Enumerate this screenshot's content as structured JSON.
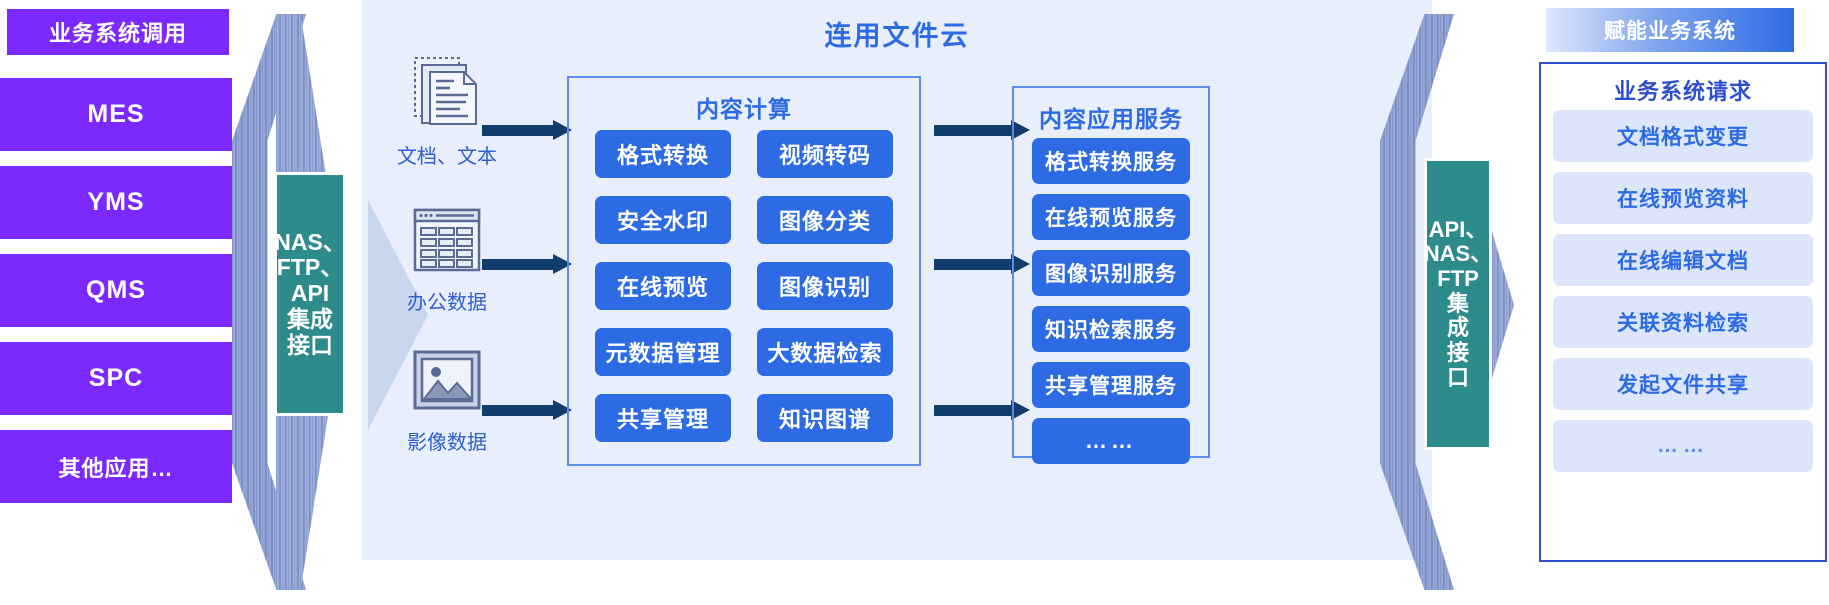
{
  "left": {
    "header": "业务系统调用",
    "items": [
      {
        "label": "MES",
        "icon": "system-box"
      },
      {
        "label": "YMS",
        "icon": "system-box"
      },
      {
        "label": "QMS",
        "icon": "system-box"
      },
      {
        "label": "SPC",
        "icon": "system-box"
      },
      {
        "label": "其他应用…",
        "icon": "system-box"
      }
    ],
    "box_color": "#7B29FE"
  },
  "left_connector": {
    "lines": [
      "NAS、",
      "FTP、",
      "API",
      "集成",
      "接口"
    ],
    "color": "#2E8B8B"
  },
  "cloud": {
    "title": "连用文件云",
    "title_color": "#2D6BE4",
    "background": "#E8EEFB",
    "sources": [
      {
        "label": "文档、文本",
        "icon": "documents-icon"
      },
      {
        "label": "办公数据",
        "icon": "spreadsheet-icon"
      },
      {
        "label": "影像数据",
        "icon": "image-icon"
      }
    ],
    "compute_panel": {
      "title": "内容计算",
      "items": [
        "格式转换",
        "视频转码",
        "安全水印",
        "图像分类",
        "在线预览",
        "图像识别",
        "元数据管理",
        "大数据检索",
        "共享管理",
        "知识图谱"
      ]
    },
    "service_panel": {
      "title": "内容应用服务",
      "items": [
        "格式转换服务",
        "在线预览服务",
        "图像识别服务",
        "知识检索服务",
        "共享管理服务",
        "……"
      ]
    },
    "pill_color": "#2D6BE4",
    "arrow_color": "#123C6B"
  },
  "right_connector": {
    "lines": [
      "API、",
      "NAS、",
      "FTP",
      "集",
      "成",
      "接",
      "口"
    ],
    "color": "#2E8B8B"
  },
  "right": {
    "header": "赋能业务系统",
    "panel_title": "业务系统请求",
    "items": [
      "文档格式变更",
      "在线预览资料",
      "在线编辑文档",
      "关联资料检索",
      "发起文件共享",
      "……"
    ],
    "border_color": "#2D4FD0",
    "pill_bg": "#DCE5FA",
    "pill_text": "#2D6BE4"
  }
}
